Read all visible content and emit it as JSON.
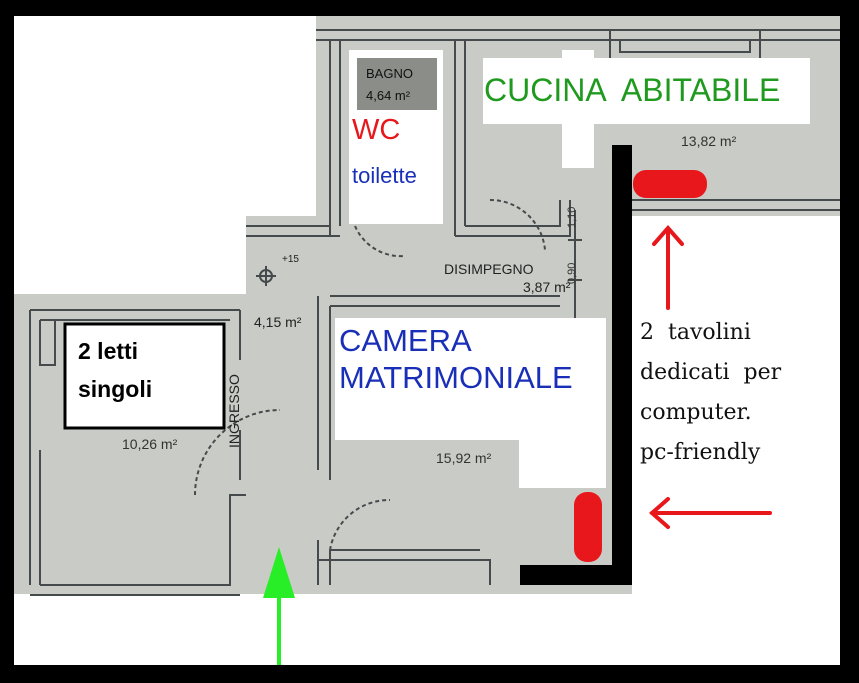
{
  "rooms": {
    "bagno": {
      "name": "BAGNO",
      "area": "4,64 m²"
    },
    "cucina": {
      "area": "13,82 m²"
    },
    "disimpegno": {
      "name": "DISIMPEGNO",
      "area": "3,87 m²"
    },
    "ingresso": {
      "name": "INGRESSO",
      "area": "4,15 m²"
    },
    "camera_singola": {
      "area": "10,26 m²"
    },
    "camera_matrimoniale": {
      "area": "15,92 m²"
    }
  },
  "plan_marks": {
    "level": "+15",
    "dim_1": "1,10",
    "dim_2": "0,90"
  },
  "annotations": {
    "wc": "WC",
    "toilette": "toilette",
    "cucina": "CUCINA  ABITABILE",
    "camera_matrimoniale_1": "CAMERA",
    "camera_matrimoniale_2": "MATRIMONIALE",
    "letti_1": "2 letti",
    "letti_2": "singoli",
    "tavolini": [
      "2  tavolini",
      "dedicati  per",
      "computer.",
      "pc-friendly"
    ]
  },
  "colors": {
    "plan_bg": "#c9ccc6",
    "wall": "#454a4c",
    "red": "#e8171c",
    "green": "#1f9a1f",
    "blue": "#1a2fb8",
    "accent_green": "#27ee27"
  }
}
